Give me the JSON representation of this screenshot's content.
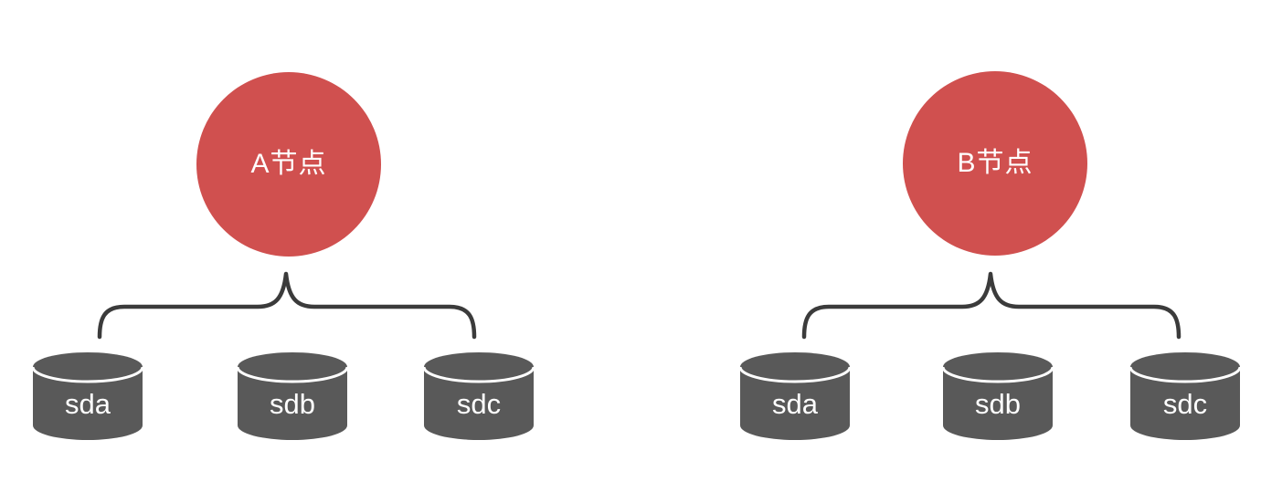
{
  "theme": {
    "background": "#ffffff",
    "node_fill": "#d0504f",
    "node_text": "#ffffff",
    "disk_fill": "#595959",
    "disk_text": "#ffffff",
    "disk_separator": "#ffffff",
    "brace_stroke": "#3b3b3b"
  },
  "diagram": {
    "groups": [
      {
        "node_label": "A节点",
        "disks": [
          {
            "label": "sda"
          },
          {
            "label": "sdb"
          },
          {
            "label": "sdc"
          }
        ]
      },
      {
        "node_label": "B节点",
        "disks": [
          {
            "label": "sda"
          },
          {
            "label": "sdb"
          },
          {
            "label": "sdc"
          }
        ]
      }
    ]
  }
}
